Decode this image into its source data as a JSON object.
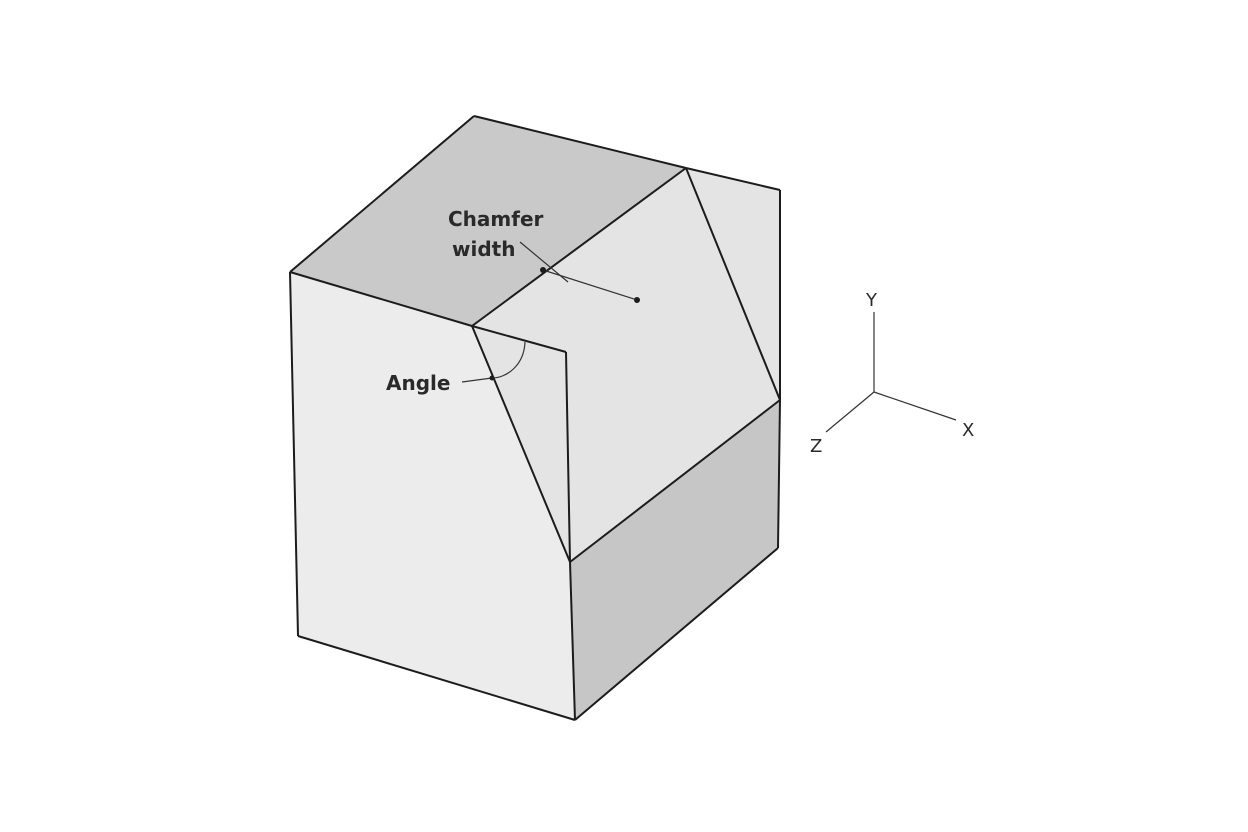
{
  "annotations": {
    "chamfer_width_line1": "Chamfer",
    "chamfer_width_line2": "width",
    "angle": "Angle"
  },
  "axes": {
    "x": "X",
    "y": "Y",
    "z": "Z"
  },
  "colors": {
    "top_face": "#c9c9c9",
    "front_face": "#ececec",
    "chamfer_face": "#e3e3e3",
    "right_face": "#c5c5c5",
    "edge": "#1c1c1c"
  }
}
